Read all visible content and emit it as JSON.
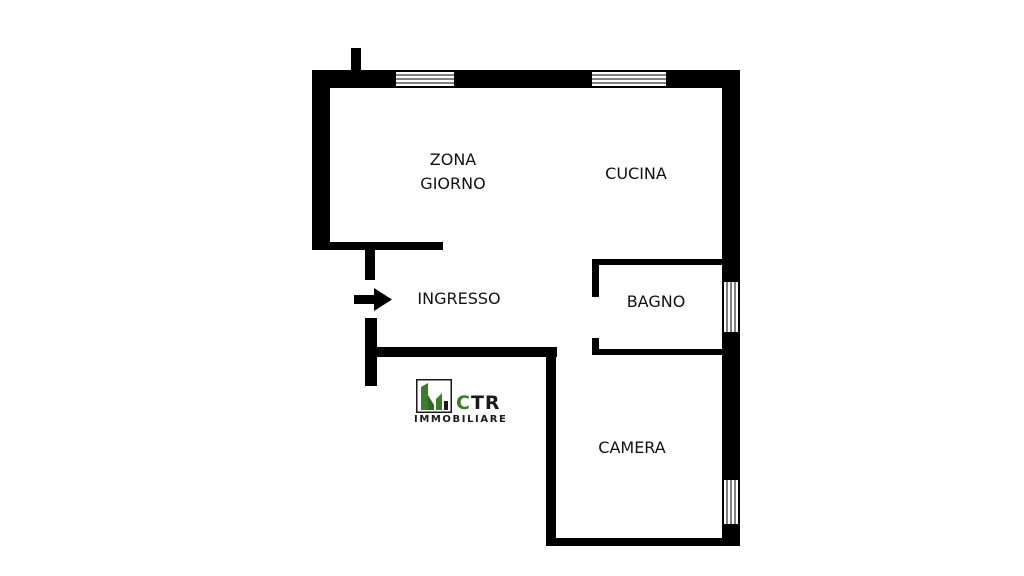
{
  "rooms": {
    "zona_giorno_line1": "ZONA",
    "zona_giorno_line2": "GIORNO",
    "cucina": "CUCINA",
    "ingresso": "INGRESSO",
    "bagno": "BAGNO",
    "camera": "CAMERA"
  },
  "logo": {
    "initial": "C",
    "rest": "TR",
    "subtitle": "IMMOBILIARE"
  },
  "colors": {
    "wall": "#000000",
    "background": "#ffffff",
    "logo_green": "#3a7d2a",
    "logo_dark": "#1a1a1a"
  }
}
